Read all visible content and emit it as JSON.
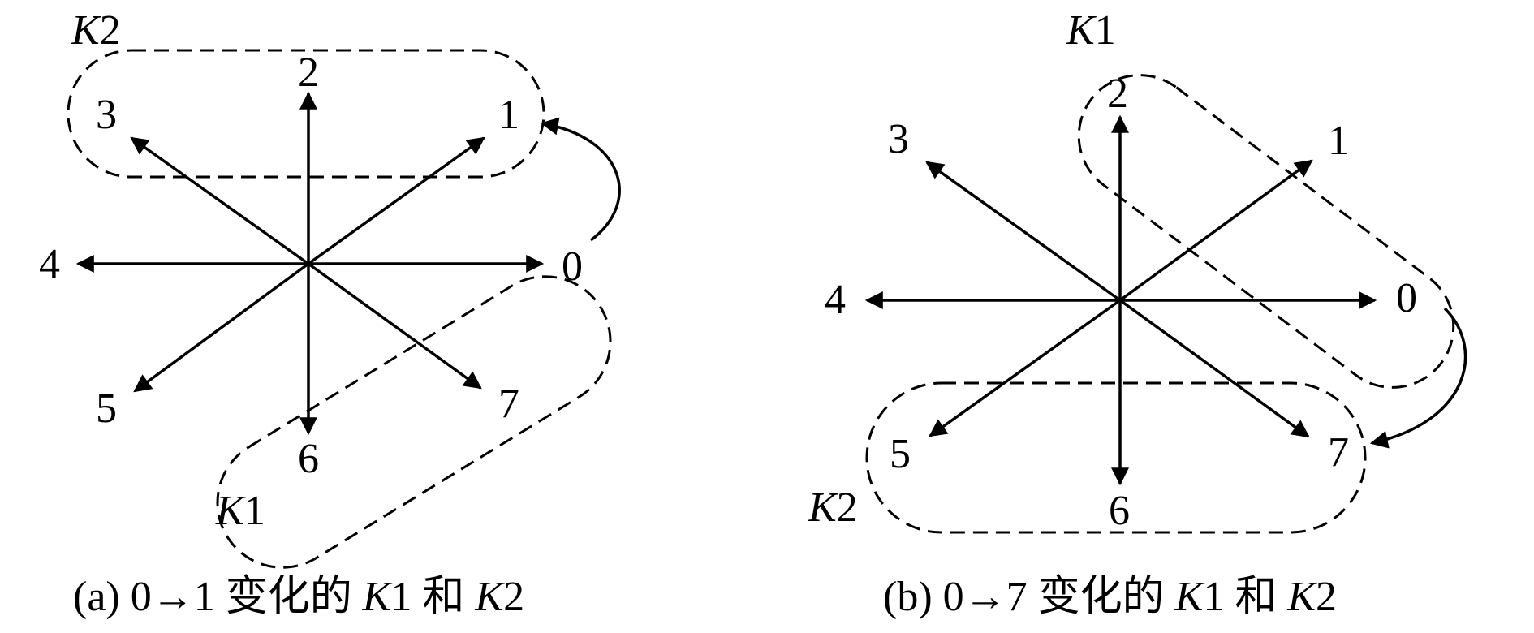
{
  "panels": [
    {
      "id": "a",
      "caption": {
        "prefix": "(a) 0→1 变化的 ",
        "k1": "K",
        "k1_num": "1",
        "mid": " 和 ",
        "k2": "K",
        "k2_num": "2"
      },
      "directions": [
        "0",
        "1",
        "2",
        "3",
        "4",
        "5",
        "6",
        "7"
      ],
      "group_k1": {
        "italic": "K",
        "num": "1"
      },
      "group_k2": {
        "italic": "K",
        "num": "2"
      },
      "transition": {
        "from": "0",
        "to": "1"
      }
    },
    {
      "id": "b",
      "caption": {
        "prefix": "(b) 0→7 变化的 ",
        "k1": "K",
        "k1_num": "1",
        "mid": " 和 ",
        "k2": "K",
        "k2_num": "2"
      },
      "directions": [
        "0",
        "1",
        "2",
        "3",
        "4",
        "5",
        "6",
        "7"
      ],
      "group_k1": {
        "italic": "K",
        "num": "1"
      },
      "group_k2": {
        "italic": "K",
        "num": "2"
      },
      "transition": {
        "from": "0",
        "to": "7"
      }
    }
  ],
  "colors": {
    "stroke": "#000000",
    "background": "#ffffff"
  }
}
